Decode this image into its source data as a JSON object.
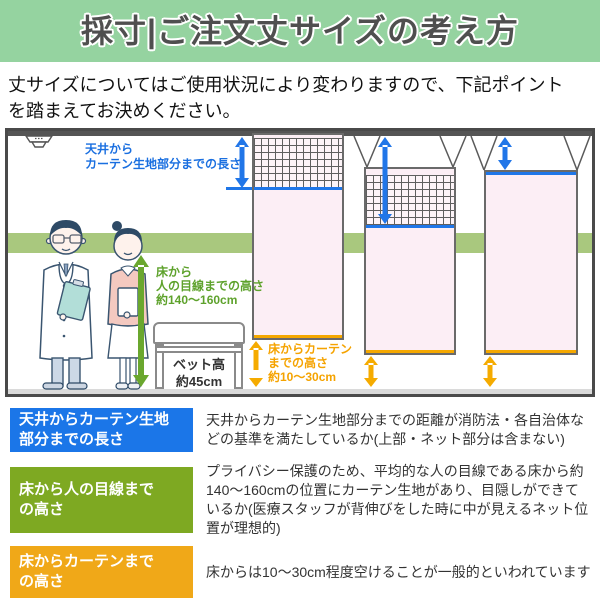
{
  "header": {
    "title": "採寸|ご注文丈サイズの考え方"
  },
  "intro": {
    "line1": "丈サイズについてはご使用状況により変わりますので、下記ポイント",
    "line2": "を踏まえてお決めください。"
  },
  "diagram": {
    "ceiling_measure_label": {
      "line1": "天井から",
      "line2": "カーテン生地部分までの長さ"
    },
    "eye_height_label": {
      "line1": "床から",
      "line2": "人の目線までの高さ",
      "line3": "約140〜160cm"
    },
    "bed_label": {
      "line1": "ベット高",
      "line2": "約45cm"
    },
    "floor_gap_label": {
      "line1": "床からカーテン",
      "line2": "までの高さ",
      "line3": "約10〜30cm"
    },
    "figures": {
      "left": "doctor",
      "right": "nurse"
    },
    "curtains": [
      {
        "name": "curtain-ceiling-attached",
        "has_net": true
      },
      {
        "name": "curtain-hung-with-net",
        "has_net": true
      },
      {
        "name": "curtain-hung-without-net",
        "has_net": false
      }
    ]
  },
  "points": [
    {
      "label_line1": "天井からカーテン生地",
      "label_line2": "部分までの長さ",
      "description": "天井からカーテン生地部分までの距離が消防法・各自治体などの基準を満たしているか(上部・ネット部分は含まない)",
      "color": "#1b76e8"
    },
    {
      "label_line1": "床から人の目線まで",
      "label_line2": "の高さ",
      "description": "プライバシー保護のため、平均的な人の目線である床から約140〜160cmの位置にカーテン生地があり、目隠しができているか(医療スタッフが背伸びをした時に中が見えるネット位置が理想的)",
      "color": "#7ea922"
    },
    {
      "label_line1": "床からカーテンまで",
      "label_line2": "の高さ",
      "description": "床からは10〜30cm程度空けることが一般的といわれています",
      "color": "#f0a818"
    }
  ],
  "colors": {
    "header_bg": "#95d3a0",
    "title_text": "#4f4f4f",
    "measure_blue": "#1f76e8",
    "measure_green": "#5ea22c",
    "measure_orange": "#f5a800",
    "eye_level_band": "#a9c87e",
    "label1_bg": "#1b76e8",
    "label2_bg": "#7ea922",
    "label3_bg": "#f0a818",
    "curtain_fabric": "#fceef5"
  }
}
